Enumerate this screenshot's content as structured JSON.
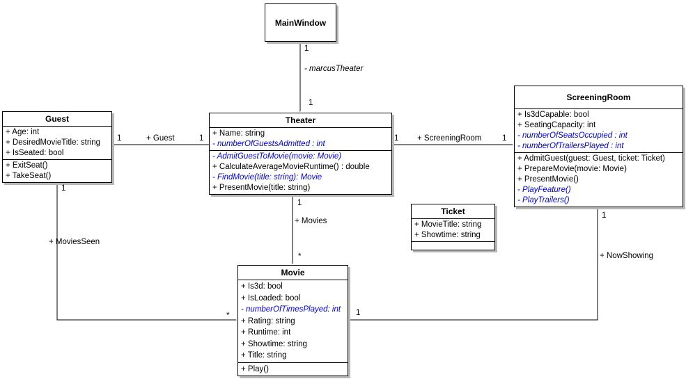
{
  "colors": {
    "member_private": "#0000ee",
    "member_public": "#000000",
    "box_border": "#000000",
    "box_fill": "#ffffff",
    "shadow": "#b8b8b8",
    "background": "#ffffff"
  },
  "classes": [
    {
      "name": "MainWindow",
      "attributes": [],
      "methods": []
    },
    {
      "name": "Guest",
      "attributes": [
        {
          "text": "+ Age: int",
          "private": false
        },
        {
          "text": "+ DesiredMovieTitle: string",
          "private": false
        },
        {
          "text": "+ IsSeated: bool",
          "private": false
        }
      ],
      "methods": [
        {
          "text": "+ ExitSeat()",
          "private": false
        },
        {
          "text": "+ TakeSeat()",
          "private": false
        }
      ]
    },
    {
      "name": "Theater",
      "attributes": [
        {
          "text": "+ Name: string",
          "private": false
        },
        {
          "text": "- numberOfGuestsAdmitted : int",
          "private": true
        }
      ],
      "methods": [
        {
          "text": "- AdmitGuestToMovie(movie: Movie)",
          "private": true
        },
        {
          "text": "+ CalculateAverageMovieRuntime() : double",
          "private": false
        },
        {
          "text": "- FindMovie(title: string): Movie",
          "private": true
        },
        {
          "text": "+ PresentMovie(title: string)",
          "private": false
        }
      ]
    },
    {
      "name": "ScreeningRoom",
      "attributes": [
        {
          "text": "+ Is3dCapable: bool",
          "private": false
        },
        {
          "text": "+ SeatingCapacity: int",
          "private": false
        },
        {
          "text": "- numberOfSeatsOccupied : int",
          "private": true
        },
        {
          "text": "- numberOfTrailersPlayed : int",
          "private": true
        }
      ],
      "methods": [
        {
          "text": "+ AdmitGuest(guest: Guest, ticket: Ticket)",
          "private": false
        },
        {
          "text": "+ PrepareMovie(movie: Movie)",
          "private": false
        },
        {
          "text": "+ PresentMovie()",
          "private": false
        },
        {
          "text": "- PlayFeature()",
          "private": true
        },
        {
          "text": "- PlayTrailers()",
          "private": true
        }
      ]
    },
    {
      "name": "Ticket",
      "attributes": [
        {
          "text": "+ MovieTitle: string",
          "private": false
        },
        {
          "text": "+ Showtime: string",
          "private": false
        }
      ],
      "methods": []
    },
    {
      "name": "Movie",
      "attributes": [
        {
          "text": "+ Is3d: bool",
          "private": false
        },
        {
          "text": "+ IsLoaded: bool",
          "private": false
        },
        {
          "text": "- numberOfTimesPlayed: int",
          "private": true
        },
        {
          "text": "+ Rating: string",
          "private": false
        },
        {
          "text": "+ Runtime: int",
          "private": false
        },
        {
          "text": "+ Showtime: string",
          "private": false
        },
        {
          "text": "+ Title: string",
          "private": false
        }
      ],
      "methods": [
        {
          "text": "+ Play()",
          "private": false
        }
      ]
    }
  ],
  "edges": [
    {
      "from": "MainWindow",
      "to": "Theater",
      "labels": [
        {
          "text": "1"
        },
        {
          "text": "- marcusTheater",
          "private": true
        },
        {
          "text": "1"
        }
      ]
    },
    {
      "from": "Theater",
      "to": "Guest",
      "labels": [
        {
          "text": "1"
        },
        {
          "text": "+ Guest"
        },
        {
          "text": "1"
        }
      ]
    },
    {
      "from": "Theater",
      "to": "ScreeningRoom",
      "labels": [
        {
          "text": "1"
        },
        {
          "text": "+ ScreeningRoom"
        },
        {
          "text": "1"
        }
      ]
    },
    {
      "from": "Theater",
      "to": "Movie",
      "labels": [
        {
          "text": "1"
        },
        {
          "text": "+ Movies"
        },
        {
          "text": "*"
        }
      ]
    },
    {
      "from": "Guest",
      "to": "Movie",
      "labels": [
        {
          "text": "1"
        },
        {
          "text": "+ MoviesSeen"
        },
        {
          "text": "*"
        }
      ]
    },
    {
      "from": "ScreeningRoom",
      "to": "Movie",
      "labels": [
        {
          "text": "1"
        },
        {
          "text": "+ NowShowing"
        },
        {
          "text": "1"
        }
      ]
    }
  ]
}
